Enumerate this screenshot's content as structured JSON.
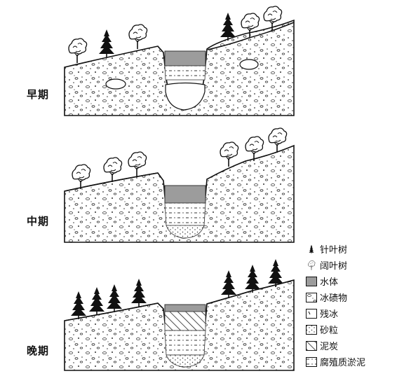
{
  "stages": [
    {
      "key": "early",
      "label": "早期"
    },
    {
      "key": "middle",
      "label": "中期"
    },
    {
      "key": "late",
      "label": "晚期"
    }
  ],
  "legend": [
    {
      "key": "conifer",
      "label": "针叶树",
      "icon": "conifer-tree-icon"
    },
    {
      "key": "broadleaf",
      "label": "阔叶树",
      "icon": "broadleaf-tree-icon"
    },
    {
      "key": "water",
      "label": "水体",
      "icon": "water-swatch"
    },
    {
      "key": "till",
      "label": "冰碛物",
      "icon": "till-swatch"
    },
    {
      "key": "ice",
      "label": "残冰",
      "icon": "ice-swatch"
    },
    {
      "key": "sand",
      "label": "砂粒",
      "icon": "sand-swatch"
    },
    {
      "key": "peat",
      "label": "泥炭",
      "icon": "peat-swatch"
    },
    {
      "key": "mud",
      "label": "腐殖质淤泥",
      "icon": "mud-swatch"
    }
  ]
}
